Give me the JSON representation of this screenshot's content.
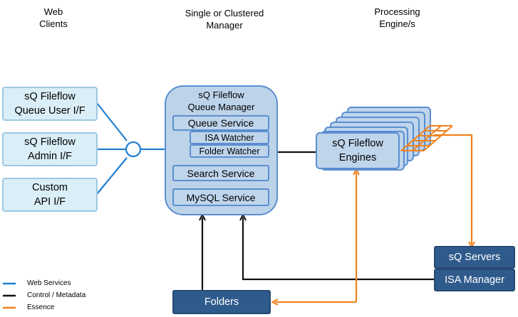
{
  "headers": {
    "clients": "Web\nClients",
    "manager": "Single or Clustered\nManager",
    "engines": "Processing\nEngine/s"
  },
  "clients": {
    "queue_ui": "sQ Fileflow\nQueue User I/F",
    "admin_ui": "sQ Fileflow\nAdmin I/F",
    "custom_api": "Custom\nAPI I/F"
  },
  "manager": {
    "title": "sQ Fileflow\nQueue Manager",
    "queue_service": "Queue Service",
    "isa_watcher": "ISA Watcher",
    "folder_watcher": "Folder Watcher",
    "search_service": "Search Service",
    "mysql_service": "MySQL Service"
  },
  "engines": {
    "label": "sQ Fileflow\nEngines"
  },
  "servers": {
    "sq_servers": "sQ Servers",
    "isa_manager": "ISA Manager"
  },
  "folders": {
    "label": "Folders"
  },
  "legend": {
    "web_services": "Web Services",
    "control": "Control / Metadata",
    "essence": "Essence"
  },
  "colors": {
    "web": "#1f7ecf",
    "control": "#111111",
    "essence": "#f0821e"
  }
}
